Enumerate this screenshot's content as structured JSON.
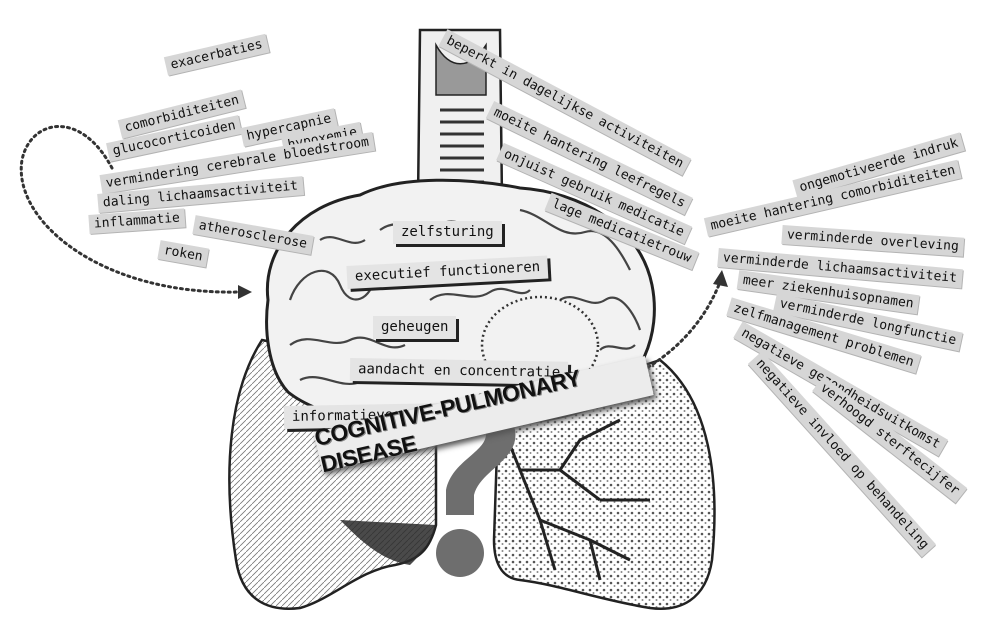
{
  "center_title": "COGNITIVE-PULMONARY DISEASE",
  "causes": [
    "exacerbaties",
    "comorbiditeiten",
    "glucocorticoiden",
    "hypercapnie",
    "hypoxemie",
    "vermindering cerebrale bloedstroom",
    "daling lichaamsactiviteit",
    "inflammatie",
    "atherosclerose",
    "roken"
  ],
  "cognitive_domains": [
    "zelfsturing",
    "executief functioneren",
    "geheugen",
    "aandacht en concentratie",
    "informatieverwerking"
  ],
  "consequences": [
    "beperkt in dagelijkse activiteiten",
    "moeite hantering leefregels",
    "onjuist gebruik medicatie",
    "lage medicatietrouw",
    "ongemotiveerde indruk",
    "moeite hantering comorbiditeiten",
    "verminderde overleving",
    "verminderde lichaamsactiviteit",
    "meer ziekenhuisopnamen",
    "verminderde longfunctie",
    "zelfmanagement problemen",
    "negatieve gezondheidsuitkomst",
    "verhoogd sterftecijfer",
    "negatieve invloed op behandeling"
  ],
  "colors": {
    "background": "#ffffff",
    "label_bg": "#d6d6d6",
    "ink": "#111111",
    "question_mark": "#6e6e6e"
  }
}
